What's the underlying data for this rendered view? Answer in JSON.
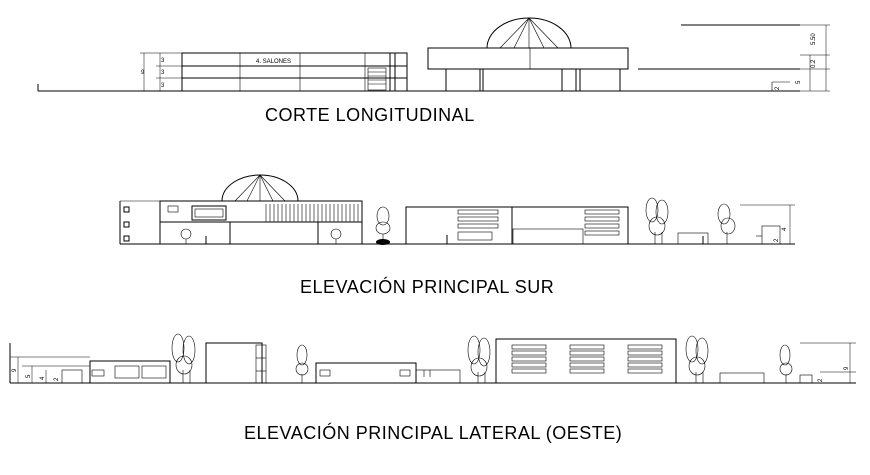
{
  "titles": {
    "section": "CORTE LONGITUDINAL",
    "south": "ELEVACIÓN PRINCIPAL SUR",
    "west": "ELEVACIÓN PRINCIPAL LATERAL (OESTE)"
  },
  "labels": {
    "salones": "4. SALONES"
  },
  "dims": {
    "top_left_total": "9",
    "top_left_a": "3",
    "top_left_b": "3",
    "top_left_c": "3",
    "top_right_total": "5.50",
    "top_right_b": "0.2",
    "top_right_c": "5",
    "top_right_d": "2",
    "mid_right": "4",
    "mid_right_b": "2",
    "low_left_total": "9",
    "low_left_a": "5",
    "low_left_b": "4",
    "low_left_c": "2",
    "low_right_total": "9",
    "low_right_b": "2"
  }
}
